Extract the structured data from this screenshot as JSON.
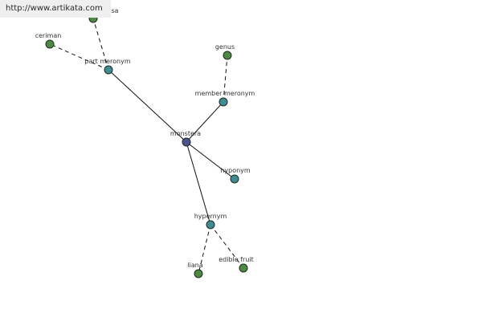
{
  "watermark": {
    "url": "http://www.artikata.com"
  },
  "graph": {
    "colors": {
      "center": "#4a5290",
      "relation": "#3f8c92",
      "leaf": "#4f8a44",
      "edge": "#111111"
    },
    "nodes": [
      {
        "id": "monstera",
        "label": "monstera",
        "kind": "center"
      },
      {
        "id": "part-meronym",
        "label": "part meronym",
        "kind": "relation"
      },
      {
        "id": "member-meronym",
        "label": "member meronym",
        "kind": "relation"
      },
      {
        "id": "hyponym",
        "label": "hyponym",
        "kind": "relation"
      },
      {
        "id": "hypernym",
        "label": "hypernym",
        "kind": "relation"
      },
      {
        "id": "ceriman",
        "label": "ceriman",
        "kind": "leaf"
      },
      {
        "id": "sa",
        "label": "sa",
        "kind": "leaf"
      },
      {
        "id": "genus",
        "label": "genus",
        "kind": "leaf"
      },
      {
        "id": "liana",
        "label": "liana",
        "kind": "leaf"
      },
      {
        "id": "edible-fruit",
        "label": "edible fruit",
        "kind": "leaf"
      }
    ],
    "edges": [
      {
        "from": "monstera",
        "to": "part-meronym",
        "style": "solid"
      },
      {
        "from": "monstera",
        "to": "member-meronym",
        "style": "solid"
      },
      {
        "from": "monstera",
        "to": "hyponym",
        "style": "solid"
      },
      {
        "from": "monstera",
        "to": "hypernym",
        "style": "solid"
      },
      {
        "from": "part-meronym",
        "to": "ceriman",
        "style": "dashed"
      },
      {
        "from": "part-meronym",
        "to": "sa",
        "style": "dashed"
      },
      {
        "from": "member-meronym",
        "to": "genus",
        "style": "dashed"
      },
      {
        "from": "hypernym",
        "to": "liana",
        "style": "dashed"
      },
      {
        "from": "hypernym",
        "to": "edible-fruit",
        "style": "dashed"
      }
    ]
  }
}
